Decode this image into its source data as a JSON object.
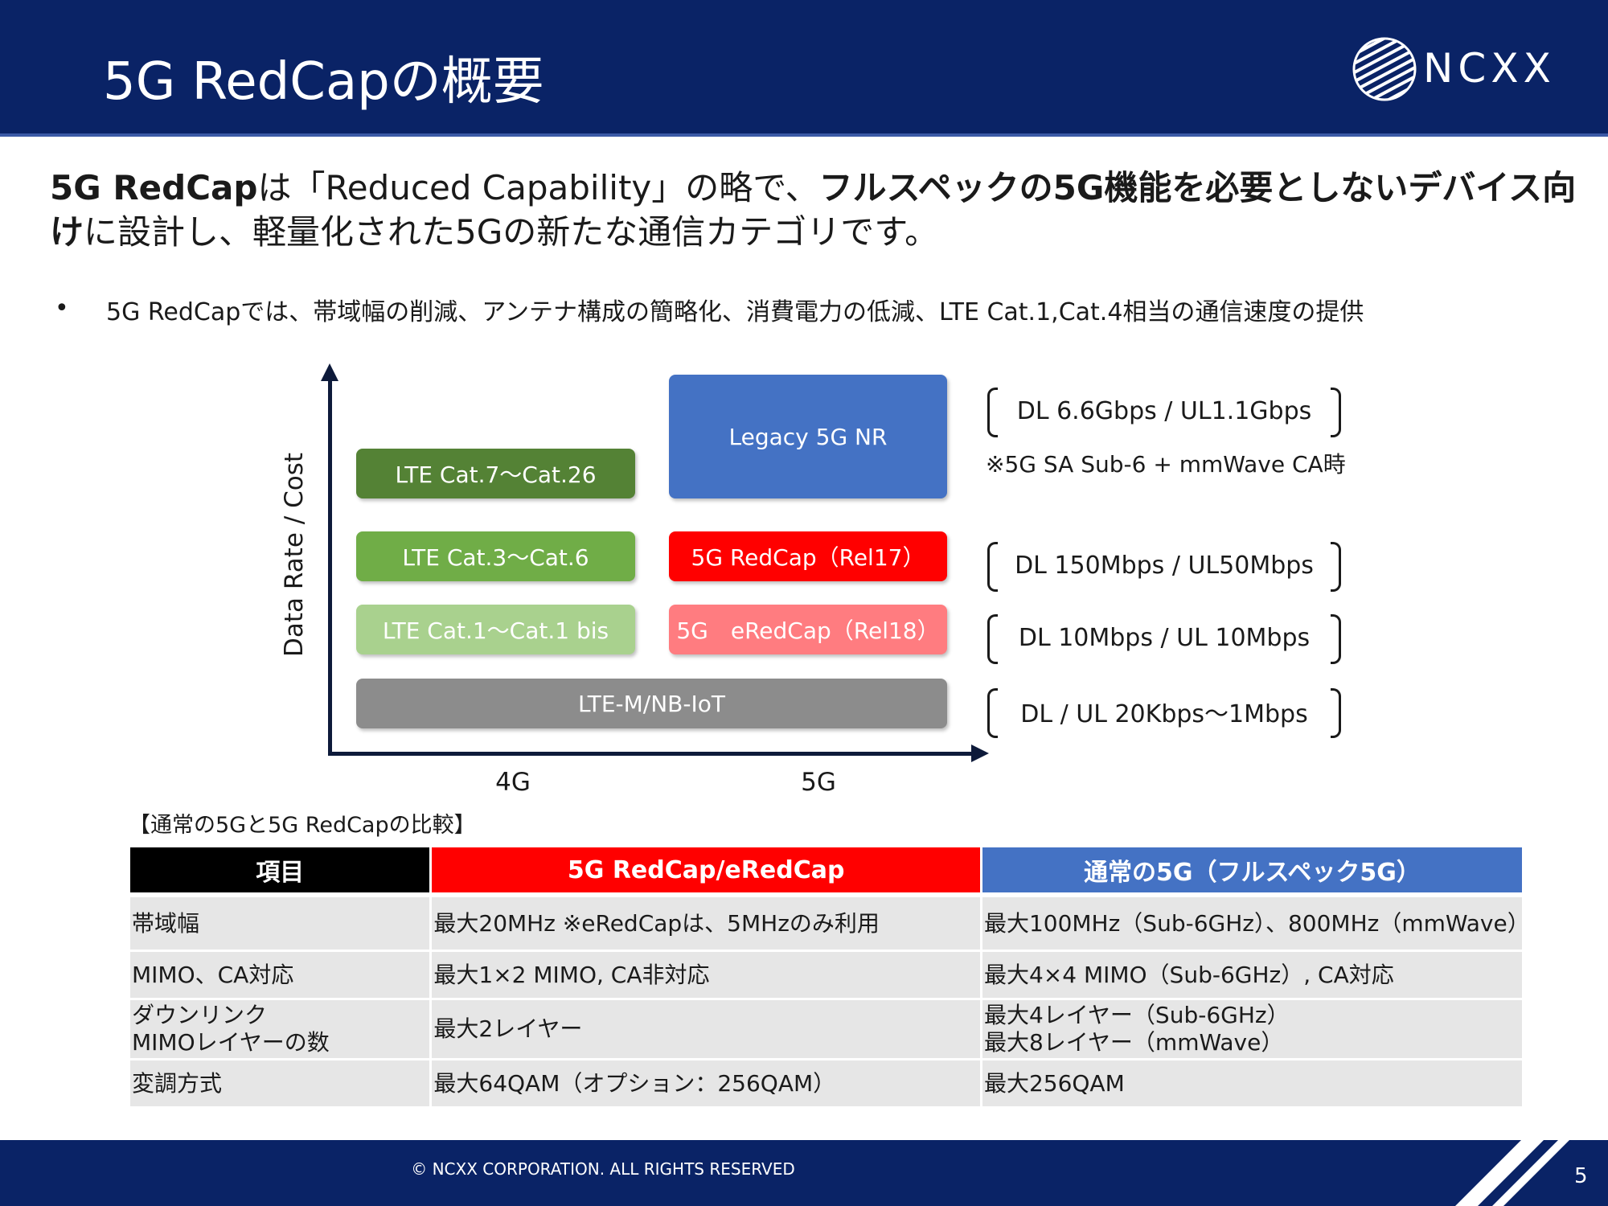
{
  "header": {
    "title": "5G RedCapの概要",
    "logo_text": "NCXX"
  },
  "lead": {
    "part1": "5G RedCap",
    "part2": "は「Reduced Capability」の略で、",
    "part3": "フルスペックの5G機能を必要としないデバイス向け",
    "part4": "に設計し、軽量化された5Gの新たな通信カテゴリです。"
  },
  "bullet": {
    "marker": "•",
    "text": "5G RedCapでは、帯域幅の削減、アンテナ構成の簡略化、消費電力の低減、LTE Cat.1,Cat.4相当の通信速度の提供"
  },
  "diagram": {
    "y_label": "Data Rate / Cost",
    "x_labels": [
      "4G",
      "5G"
    ],
    "boxes": {
      "legacy_5g": "Legacy 5G NR",
      "lte_cat7": "LTE Cat.7～Cat.26",
      "lte_cat3": "LTE Cat.3～Cat.6",
      "redcap": "5G RedCap（Rel17）",
      "lte_cat1": "LTE Cat.1～Cat.1 bis",
      "eredcap": "5G　eRedCap（Rel18）",
      "lte_m": "LTE-M/NB-IoT"
    },
    "specs": {
      "legacy": "DL 6.6Gbps / UL1.1Gbps",
      "legacy_note": "※5G SA Sub-6 + mmWave CA時",
      "redcap": "DL 150Mbps / UL50Mbps",
      "eredcap": "DL 10Mbps / UL 10Mbps",
      "lte_m": "DL / UL 20Kbps～1Mbps"
    },
    "colors": {
      "legacy": "#4472c4",
      "lte_cat7": "#548235",
      "lte_cat3": "#70ad47",
      "lte_cat1": "#a9d18e",
      "redcap": "#ff0000",
      "eredcap": "#ff7c80",
      "lte_m": "#8c8c8c"
    }
  },
  "table": {
    "caption": "【通常の5Gと5G RedCapの比較】",
    "headers": [
      "項目",
      "5G RedCap/eRedCap",
      "通常の5G（フルスペック5G）"
    ],
    "rows": [
      [
        "帯域幅",
        "最大20MHz ※eRedCapは、5MHzのみ利用",
        "最大100MHz（Sub-6GHz）、800MHz（mmWave）"
      ],
      [
        "MIMO、CA対応",
        "最大1×2 MIMO, CA非対応",
        "最大4×4 MIMO（Sub-6GHz）, CA対応"
      ],
      [
        "ダウンリンク\nMIMOレイヤーの数",
        "最大2レイヤー",
        "最大4レイヤー（Sub-6GHz）\n最大8レイヤー（mmWave）"
      ],
      [
        "変調方式",
        "最大64QAM（オプション：256QAM）",
        "最大256QAM"
      ]
    ]
  },
  "footer": {
    "copyright": "© NCXX CORPORATION. ALL RIGHTS RESERVED",
    "page": "5"
  }
}
